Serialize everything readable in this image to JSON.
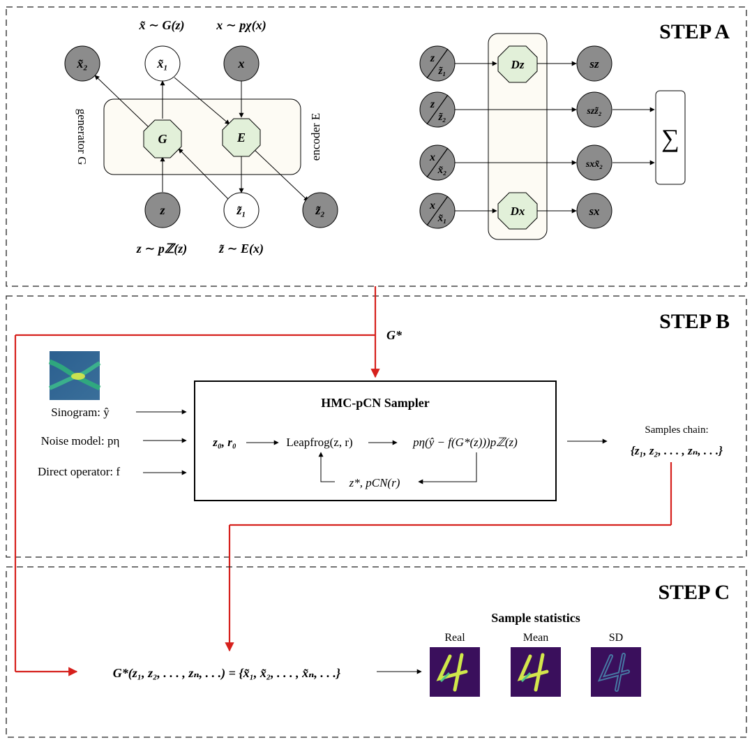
{
  "step_a": {
    "title": "STEP A",
    "generator_label": "generator G",
    "encoder_label": "encoder E",
    "gen_sample_eq": "x̃ ∼ G(z)",
    "data_sample_eq": "x ∼ pχ(x)",
    "prior_eq": "z ∼ pℤ(z)",
    "enc_sample_eq": "z̃ ∼ E(x)",
    "nodes": {
      "x_tilde_2": "x̃₂",
      "x_tilde_1": "x̃₁",
      "x": "x",
      "G": "G",
      "E": "E",
      "z": "z",
      "z_tilde_1": "z̃₁",
      "z_tilde_2": "z̃₂"
    },
    "disc": {
      "inputs": [
        {
          "top": "z",
          "bottom": "z̃₁"
        },
        {
          "top": "z",
          "bottom": "z̃₂"
        },
        {
          "top": "x",
          "bottom": "x̃₂"
        },
        {
          "top": "x",
          "bottom": "x̃₁"
        }
      ],
      "Dz": "Dz",
      "Dx": "Dx",
      "scores": [
        "sz",
        "szz̃₂",
        "sxx̃₂",
        "sx"
      ],
      "sum_symbol": "∑"
    }
  },
  "step_b": {
    "title": "STEP B",
    "g_star": "G*",
    "sinogram_label": "Sinogram: ŷ",
    "noise_label": "Noise model: pη",
    "operator_label": "Direct operator: f",
    "sampler_title": "HMC-pCN Sampler",
    "init": "z₀, r₀",
    "leapfrog": "Leapfrog(z, r)",
    "posterior": "pη(ŷ − f(G*(z)))pℤ(z)",
    "update": "z*, pCN(r)",
    "chain_title": "Samples chain:",
    "chain_set": "{z₁, z₂, . . . , zₙ, . . .}"
  },
  "step_c": {
    "title": "STEP C",
    "mapping": "G*(z₁, z₂, . . . , zₙ, . . .) = {x̃₁, x̃₂, . . . , x̃ₙ, . . .}",
    "stats_title": "Sample statistics",
    "real_label": "Real",
    "mean_label": "Mean",
    "sd_label": "SD"
  },
  "colors": {
    "red_arrow": "#d6201c",
    "grey_node": "#8c8c8c",
    "octagon_fill": "#e2f0d9",
    "panel_fill": "#fdfbf4",
    "image_bg": "#3a0f5c",
    "digit": "#cfe84a"
  }
}
